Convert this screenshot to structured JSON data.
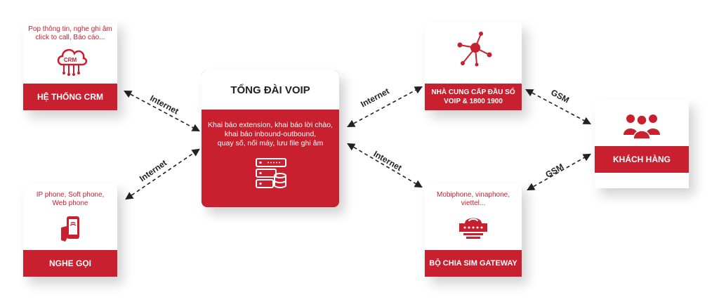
{
  "crm": {
    "desc_line1": "Pop thông tin, nghe ghi âm",
    "desc_line2": "click to call, Báo cáo...",
    "icon_text": "CRM",
    "title": "HỆ THỐNG CRM"
  },
  "phone": {
    "desc_line1": "IP phone, Soft phone,",
    "desc_line2": "Web phone",
    "title": "NGHE GỌI"
  },
  "voip": {
    "title": "TỔNG ĐÀI VOIP",
    "desc_line1": "Khai báo extension, khai báo lời chào,",
    "desc_line2": "khai báo inbound-outbound,",
    "desc_line3": "quay số, nối máy, lưu file ghi âm"
  },
  "provider": {
    "title_line1": "NHÀ CUNG CẤP ĐẦU SỐ",
    "title_line2": "VOIP & 1800 1900"
  },
  "gateway": {
    "desc_line1": "Mobiphone, vinaphone,",
    "desc_line2": "viettel...",
    "title": "BỘ CHIA SIM GATEWAY"
  },
  "customer": {
    "title": "KHÁCH HÀNG"
  },
  "links": {
    "crm_voip": "Internet",
    "phone_voip": "Internet",
    "voip_provider": "Internet",
    "voip_gateway": "Internet",
    "provider_customer": "GSM",
    "gateway_customer": "GSM"
  },
  "colors": {
    "accent": "#c8202e",
    "text": "#222222"
  }
}
